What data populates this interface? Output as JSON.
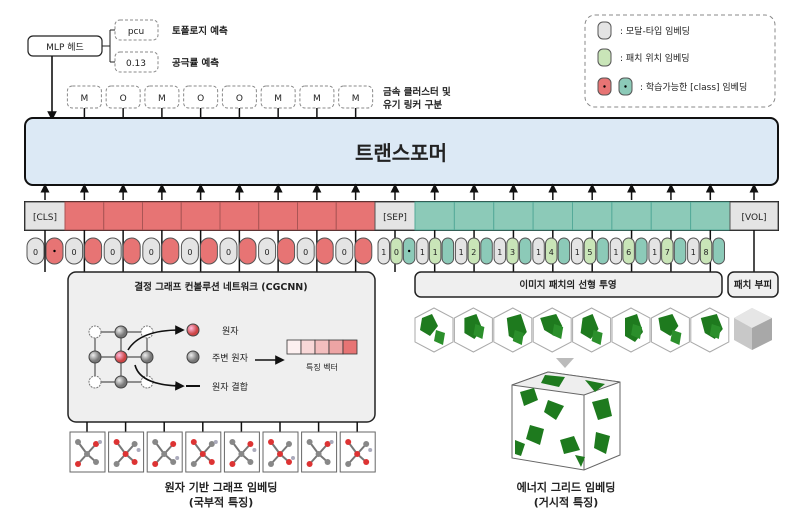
{
  "head": {
    "mlp_label": "MLP 헤드",
    "topology_value": "pcu",
    "topology_label": "토폴로지 예측",
    "porosity_value": "0.13",
    "porosity_label": "공극률 예측"
  },
  "node_types": {
    "values": [
      "M",
      "O",
      "M",
      "O",
      "O",
      "M",
      "M",
      "M"
    ],
    "label_line1": "금속 클러스터 및",
    "label_line2": "유기 링커 구분"
  },
  "legend": {
    "modal": ": 모달-타입 임베딩",
    "patch_pos": ": 패치 위치 임베딩",
    "cls": ": 학습가능한 [class] 임베딩"
  },
  "transformer": {
    "title": "트랜스포머"
  },
  "tokens": {
    "cls": "[CLS]",
    "sep": "[SEP]",
    "vol": "[VOL]"
  },
  "embeddings": {
    "graph_modal": "0",
    "patch_modal": "1",
    "patch_positions": [
      "0",
      "1",
      "2",
      "3",
      "4",
      "5",
      "6",
      "7",
      "8"
    ]
  },
  "cgcnn": {
    "title": "결정 그래프 컨볼루션 네트워크 (CGCNN)",
    "atom": "원자",
    "neighbor": "주변 원자",
    "bond": "원자 결합",
    "feature": "특징 벡터"
  },
  "projection": {
    "label": "이미지 패치의 선형 투영",
    "volume": "패치 부피"
  },
  "captions": {
    "graph_line1": "원자 기반 그래프 임베딩",
    "graph_line2": "(국부적 특징)",
    "grid_line1": "에너지 그리드 임베딩",
    "grid_line2": "(거시적 특징)"
  },
  "colors": {
    "red": "#e77474",
    "teal": "#8ccab8",
    "green": "#c9e5b8",
    "gray": "#e4e4e4",
    "transformer": "#dce9f5"
  }
}
